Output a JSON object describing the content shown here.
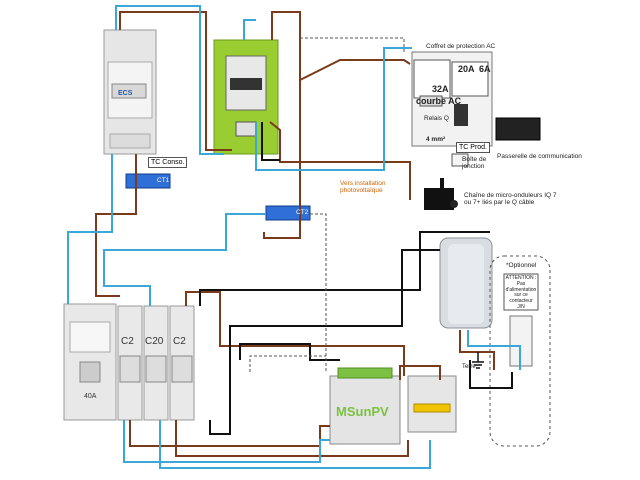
{
  "labels": {
    "coffret": "Coffret de protection AC",
    "cb_20a": "20A",
    "cb_6a": "6A",
    "cb_32a": "32A",
    "courbe_ac": "courbe AC",
    "relais_q": "Relais Q",
    "section_4mm": "4 mm²",
    "tc_prod": "TC Prod.",
    "tc_conso": "TC Conso.",
    "boite_jonction": "Boîte de jonction",
    "passerelle": "Passerelle de communication",
    "micro_onduleurs": "Chaîne de micro-onduleurs IQ 7 ou 7+ liés par le Q câble",
    "vers_installation": "Vers installation photovoltaïque",
    "ct1": "CT1",
    "ct2": "CT2",
    "optionnel": "*Optionnel",
    "attention": "ATTENTION : Pas d'alimentation sur ce contacteur J/N",
    "terre": "Terre",
    "c2_a": "C2",
    "c20": "C20",
    "c2_b": "C2",
    "brand_ecs": "ECS",
    "brand_msunpv": "MSunPV",
    "main_breaker_rating": "40A"
  },
  "colors": {
    "phase_brown": "#7a3b1d",
    "neutral_blue": "#3aa7d8",
    "control_black": "#111111",
    "meter_green": "#9acd32",
    "accent_orange": "#d0650a"
  }
}
